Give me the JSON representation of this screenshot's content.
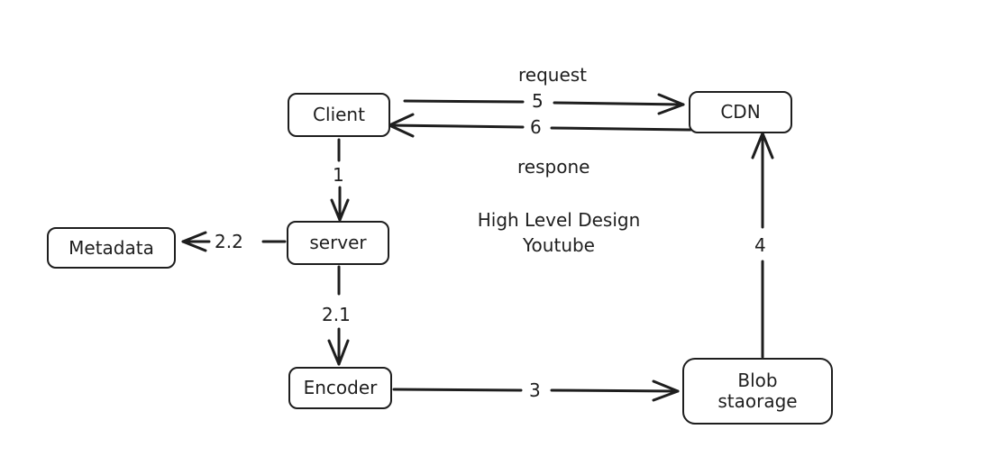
{
  "diagram": {
    "title": {
      "line1": "High Level Design",
      "line2": "Youtube"
    },
    "nodes": {
      "client": "Client",
      "cdn": "CDN",
      "server": "server",
      "metadata": "Metadata",
      "encoder": "Encoder",
      "blob": "Blob\nstaorage"
    },
    "edges": {
      "client_to_server": "1",
      "server_to_encoder": "2.1",
      "server_to_metadata": "2.2",
      "encoder_to_blob": "3",
      "blob_to_cdn": "4",
      "client_to_cdn": "5",
      "cdn_to_client": "6"
    },
    "annotations": {
      "request": "request",
      "response": "respone"
    }
  }
}
